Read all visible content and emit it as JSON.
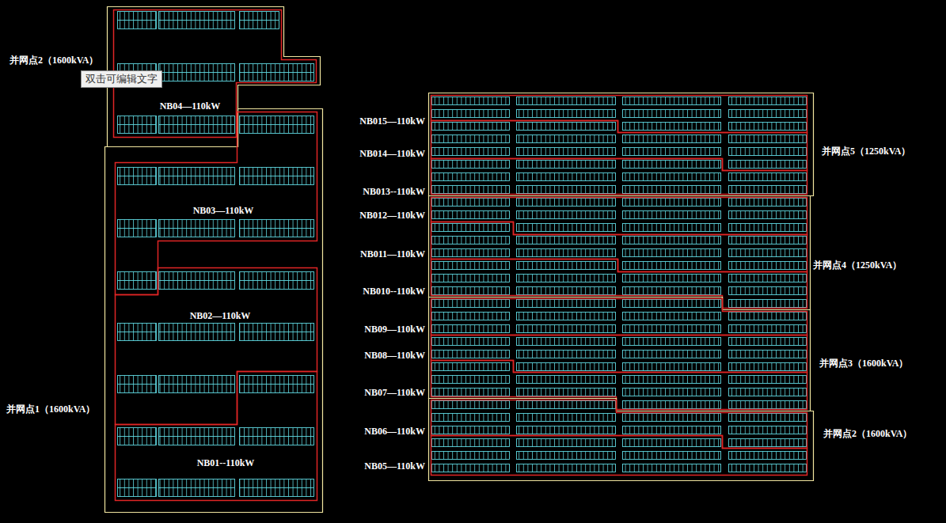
{
  "diagram": {
    "nodes": [
      {
        "text": [
          "并网点2（1600kVA）"
        ]
      },
      {
        "text": [
          "NB04—110kW"
        ],
        "in": 0
      },
      {
        "text": [
          "并网点1（1600kVA）"
        ]
      },
      {
        "text": [
          "NB03—110kW"
        ],
        "in": 2
      },
      {
        "text": [
          "NB02—110kW"
        ],
        "in": 2
      },
      {
        "text": [
          "NB01--110kW"
        ],
        "in": 2
      },
      {
        "text": [
          "并网点5（1250kVA）"
        ]
      },
      {
        "text": [
          "NB015—110kW"
        ],
        "in": 6
      },
      {
        "text": [
          "NB014—110kW"
        ],
        "in": 6
      },
      {
        "text": [
          "NB013--110kW"
        ],
        "in": 6
      },
      {
        "text": [
          "并网点4（1250kVA）"
        ]
      },
      {
        "text": [
          "NB012—110kW"
        ],
        "in": 10
      },
      {
        "text": [
          "NB011—110kW"
        ],
        "in": 10
      },
      {
        "text": [
          "NB010--110kW"
        ],
        "in": 10
      },
      {
        "text": [
          "并网点3（1600kVA）"
        ]
      },
      {
        "text": [
          "NB09—110kW"
        ],
        "in": 14
      },
      {
        "text": [
          "NB08—110kW"
        ],
        "in": 14
      },
      {
        "text": [
          "NB07—110kW"
        ],
        "in": 14
      },
      {
        "text": [
          "并网点2（1600kVA）"
        ]
      },
      {
        "text": [
          "NB06—110kW"
        ],
        "in": 18
      },
      {
        "text": [
          "NB05—110kW"
        ],
        "in": 18
      }
    ],
    "labels": [
      "双击可编辑文字"
    ]
  }
}
